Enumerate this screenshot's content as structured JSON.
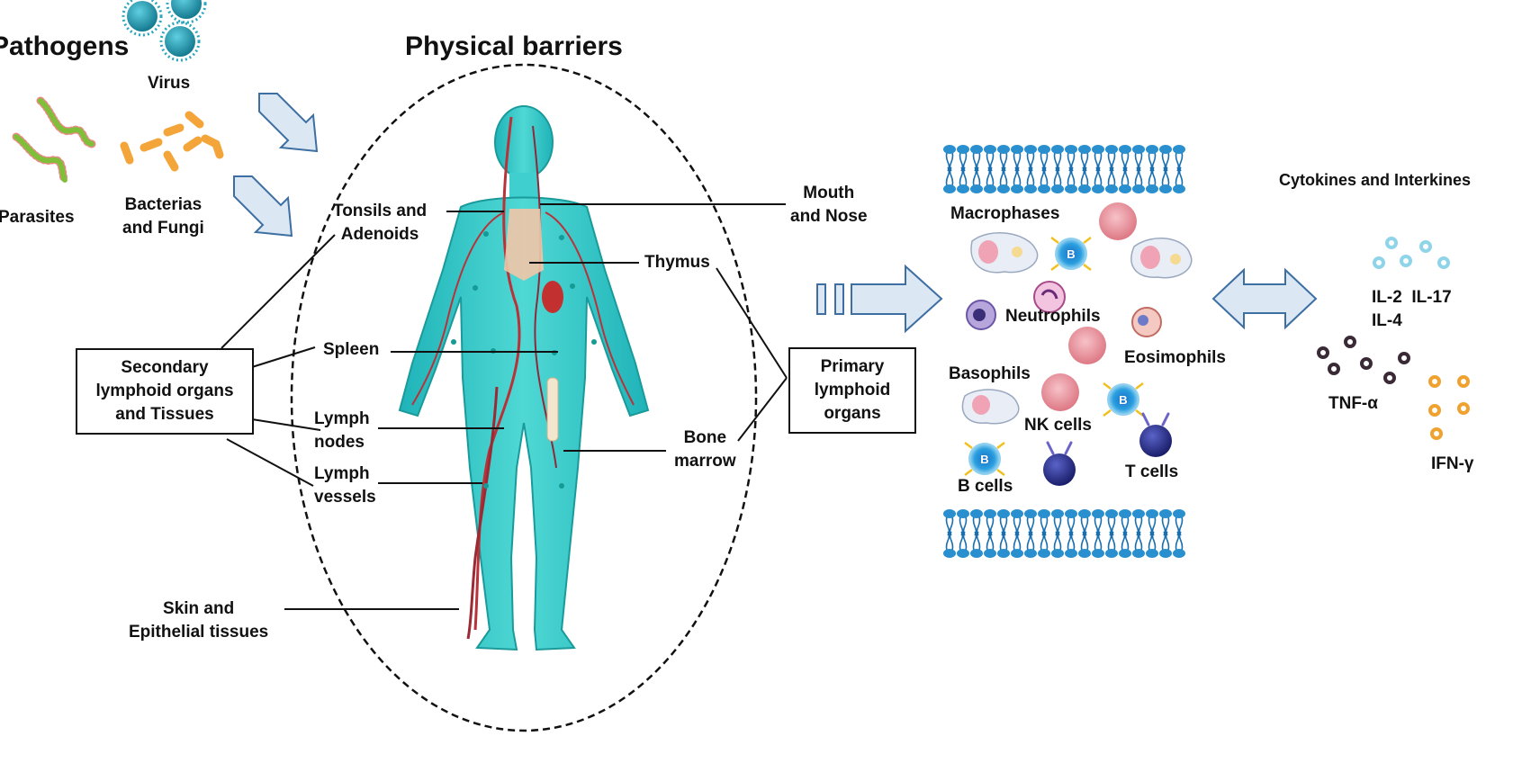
{
  "titles": {
    "pathogens": "Pathogens",
    "physical_barriers": "Physical barriers",
    "cytokines": "Cytokines and Interkines"
  },
  "pathogens": {
    "virus": "Virus",
    "parasites": "Parasites",
    "bacteria_fungi": [
      "Bacterias",
      "and Fungi"
    ]
  },
  "body_labels": {
    "tonsils": [
      "Tonsils and",
      "Adenoids"
    ],
    "mouth_nose": [
      "Mouth",
      "and Nose"
    ],
    "thymus": "Thymus",
    "spleen": "Spleen",
    "lymph_nodes": [
      "Lymph",
      "nodes"
    ],
    "lymph_vessels": [
      "Lymph",
      "vessels"
    ],
    "bone_marrow": [
      "Bone",
      "marrow"
    ],
    "skin": [
      "Skin and",
      "Epithelial tissues"
    ]
  },
  "boxes": {
    "secondary": [
      "Secondary",
      "lymphoid organs",
      "and Tissues"
    ],
    "primary": [
      "Primary",
      "lymphoid",
      "organs"
    ]
  },
  "cells": {
    "macrophases": "Macrophases",
    "neutrophils": "Neutrophils",
    "eosimophils": "Eosimophils",
    "basophils": "Basophils",
    "nk_cells": "NK cells",
    "b_cells": "B cells",
    "t_cells": "T cells",
    "b_marker": "B"
  },
  "cytokines": {
    "il2_il17": "IL-2  IL-17",
    "il4": "IL-4",
    "tnf": "TNF-α",
    "ifn": "IFN-γ"
  },
  "colors": {
    "body_fill": "#34c7c7",
    "body_edge": "#1a9a9a",
    "arrow_fill": "#dce7f4",
    "arrow_edge": "#3d6fa3",
    "virus": "#1f8fa8",
    "bacteria": "#f3a53a",
    "parasite": "#7fbf3a",
    "membrane_head": "#2a8fcf",
    "membrane_tail": "#1a6fb0",
    "rbc": "#e3838e",
    "b_cell": "#1c7fc4",
    "t_cell": "#2a2f8a",
    "il_dots": "#8fd4e8",
    "tnf_dots": "#3a2a36",
    "ifn_dots": "#f0a230"
  }
}
